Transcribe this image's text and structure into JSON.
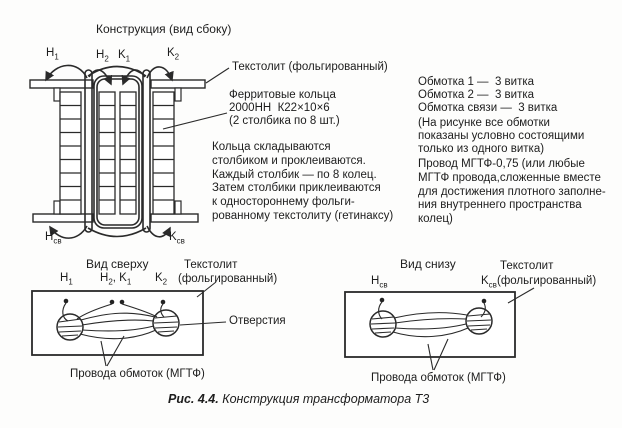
{
  "side_view": {
    "title": "Конструкция (вид сбоку)",
    "terminals_top": [
      {
        "base": "H",
        "sub": "1"
      },
      {
        "base": "H",
        "sub": "2"
      },
      {
        "base": "K",
        "sub": "1"
      },
      {
        "base": "K",
        "sub": "2"
      }
    ],
    "terminals_bottom": [
      {
        "base": "H",
        "sub": "св"
      },
      {
        "base": "K",
        "sub": "св"
      }
    ],
    "textolite_label": "Текстолит (фольгированный)",
    "ferrite_label": [
      "Ферритовые кольца",
      "2000НН  К22×10×6",
      "(2 столбика по 8 шт.)"
    ],
    "assembly_note": [
      "Кольца складываются",
      "столбиком и проклеиваются.",
      "Каждый столбик — по 8 колец.",
      "Затем столбики приклеиваются",
      "к одностороннему фольги-",
      "рованному текстолиту (гетинаксу)"
    ]
  },
  "notes_right": {
    "windings": [
      "Обмотка 1 —  3 витка",
      "Обмотка 2 —  3 витка",
      "Обмотка связи —  3 витка"
    ],
    "winding_note": [
      "(На рисунке все обмотки",
      "показаны условно состоящими",
      "только из одного витка)"
    ],
    "wire_note": [
      "Провод МГТФ-0,75 (или любые",
      "МГТФ провода,сложенные вместе",
      "для достижения плотного заполне-",
      "ния внутреннего пространства",
      "колец)"
    ]
  },
  "top_view": {
    "title": "Вид сверху",
    "terminals": [
      {
        "base": "H",
        "sub": "1"
      },
      {
        "base": "H",
        "sub": "2"
      },
      {
        "base": "K",
        "sub": "1"
      },
      {
        "base": "K",
        "sub": "2"
      }
    ],
    "separator": ",",
    "textolite_line1": "Текстолит",
    "textolite_line2": "(фольгированный)",
    "holes_label": "Отверстия",
    "wires_label": "Провода обмоток (МГТФ)"
  },
  "bottom_view": {
    "title": "Вид снизу",
    "terminals": [
      {
        "base": "H",
        "sub": "св"
      },
      {
        "base": "K",
        "sub": "св"
      }
    ],
    "textolite_line1": "Текстолит",
    "textolite_line2": "(фольгированный)",
    "wires_label": "Провода обмоток (МГТФ)"
  },
  "caption": {
    "figure": "Рис. 4.4.",
    "text": " Конструкция трансформатора Т3"
  },
  "colors": {
    "ink": "#2a2a2a",
    "paper": "#fdfdfc"
  }
}
